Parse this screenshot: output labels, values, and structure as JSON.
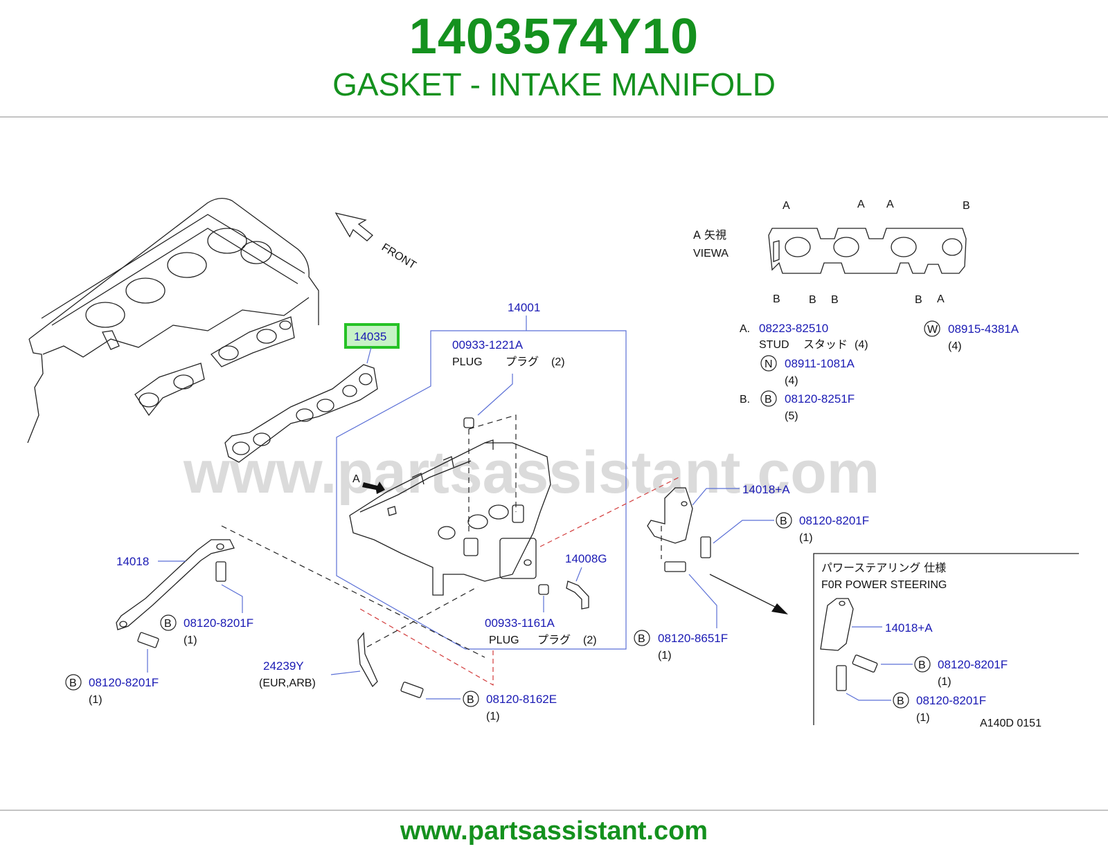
{
  "header": {
    "part_number": "1403574Y10",
    "description": "GASKET - INTAKE MANIFOLD"
  },
  "footer": {
    "url": "www.partsassistant.com"
  },
  "watermark": "www.partsassistant.com",
  "colors": {
    "brand_green": "#14911e",
    "callout_blue": "#1a1ab4",
    "highlight_green": "#26c226"
  },
  "labels": {
    "front": "FRONT",
    "p14035": "14035",
    "p14001": "14001",
    "p00933_1221A": "00933-1221A",
    "plug1": "PLUG",
    "plug1_jp": "プラグ",
    "plug1_qty": "(2)",
    "p14018": "14018",
    "b1_part": "08120-8201F",
    "b1_qty": "(1)",
    "b2_part": "08120-8201F",
    "b2_qty": "(1)",
    "p24239Y": "24239Y",
    "eur_arb": "(EUR,ARB)",
    "p08120_8162E": "08120-8162E",
    "b3_qty": "(1)",
    "p00933_1161A": "00933-1161A",
    "plug2": "PLUG",
    "plug2_jp": "プラグ",
    "plug2_qty": "(2)",
    "p14008G": "14008G",
    "arrow_a": "A",
    "p14018A": "14018+A",
    "b4_part": "08120-8201F",
    "b4_qty": "(1)",
    "p08120_8651F": "08120-8651F",
    "b5_qty": "(1)",
    "letter_b": "B",
    "letter_n": "N",
    "letter_w": "W"
  },
  "view_a": {
    "title_jp": "A 矢視",
    "title_en": "VIEWA",
    "top_letters": [
      "A",
      "A",
      "A",
      "B"
    ],
    "bottom_letters": [
      "B",
      "B",
      "B",
      "B",
      "A"
    ]
  },
  "legend": {
    "a_prefix": "A.",
    "a_part": "08223-82510",
    "a_desc": "STUD",
    "a_desc_jp": "スタッド",
    "a_qty": "(4)",
    "n_part": "08911-1081A",
    "n_qty": "(4)",
    "w_part": "08915-4381A",
    "w_qty": "(4)",
    "b_prefix": "B.",
    "b_part": "08120-8251F",
    "b_qty": "(5)"
  },
  "power_steering": {
    "title_jp": "パワーステアリング 仕様",
    "title_en": "F0R  POWER  STEERING",
    "part": "14018+A",
    "b1_part": "08120-8201F",
    "b1_qty": "(1)",
    "b2_part": "08120-8201F",
    "b2_qty": "(1)",
    "code": "A140D  0151"
  }
}
